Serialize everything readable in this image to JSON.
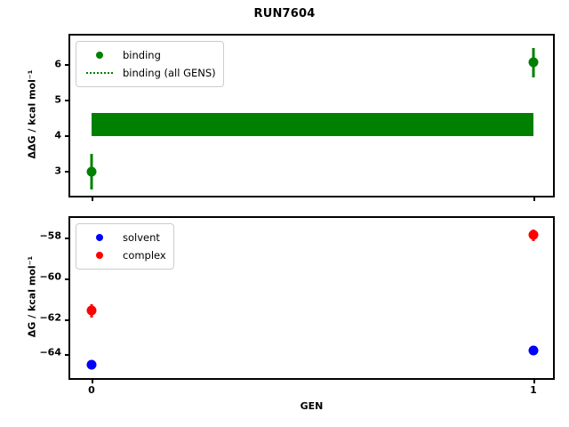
{
  "chart_data": [
    {
      "type": "scatter",
      "panel": "top",
      "title": "RUN7604",
      "xlabel": "",
      "ylabel": "ΔΔG / kcal mol⁻¹",
      "xlim": [
        -0.1,
        1.1
      ],
      "ylim": [
        2.27,
        6.72
      ],
      "xticks": [
        0,
        1
      ],
      "xticklabels": [
        "0",
        "1"
      ],
      "yticks": [
        3,
        4,
        5,
        6
      ],
      "yticklabels": [
        "3",
        "4",
        "5",
        "6"
      ],
      "grid": false,
      "legend_position": "upper left",
      "series": [
        {
          "name": "binding",
          "color": "#008000",
          "marker": "o",
          "x": [
            0,
            1
          ],
          "values": [
            2.88,
            6.1
          ],
          "yerr": [
            0.5,
            0.4
          ]
        },
        {
          "name": "binding (all GENS)",
          "color": "#008000",
          "style": "dotted-band",
          "band_value": 4.29,
          "band_low": 3.96,
          "band_high": 4.62,
          "x_start": 0,
          "x_end": 1
        }
      ]
    },
    {
      "type": "scatter",
      "panel": "bottom",
      "title": "",
      "xlabel": "GEN",
      "ylabel": "ΔG / kcal mol⁻¹",
      "xlim": [
        -0.1,
        1.1
      ],
      "ylim": [
        -65.2,
        -56.9
      ],
      "xticks": [
        0,
        1
      ],
      "xticklabels": [
        "0",
        "1"
      ],
      "yticks": [
        -64,
        -62,
        -60,
        -58
      ],
      "yticklabels": [
        "−64",
        "−62",
        "−60",
        "−58"
      ],
      "grid": false,
      "legend_position": "upper left",
      "series": [
        {
          "name": "solvent",
          "color": "#0000ff",
          "marker": "o",
          "x": [
            0,
            1
          ],
          "values": [
            -64.65,
            -63.9
          ],
          "yerr": [
            0.06,
            0.08
          ]
        },
        {
          "name": "complex",
          "color": "#ff0000",
          "marker": "o",
          "x": [
            0,
            1
          ],
          "values": [
            -61.7,
            -57.85
          ],
          "yerr": [
            0.28,
            0.22
          ]
        }
      ]
    }
  ],
  "figure": {
    "title": "RUN7604",
    "xlabel": "GEN",
    "background": "#ffffff"
  },
  "top_panel": {
    "ylabel": "ΔΔG / kcal mol⁻¹",
    "yticklabels": [
      "6",
      "5",
      "4",
      "3"
    ],
    "xticklabels": [
      "0",
      "1"
    ],
    "legend": {
      "items": [
        {
          "label": "binding",
          "color": "#008000",
          "key": "dot"
        },
        {
          "label": "binding (all GENS)",
          "color": "#008000",
          "key": "dotted-line"
        }
      ]
    }
  },
  "bottom_panel": {
    "ylabel": "ΔG / kcal mol⁻¹",
    "yticklabels": [
      "−58",
      "−60",
      "−62",
      "−64"
    ],
    "xticklabels": [
      "0",
      "1"
    ],
    "legend": {
      "items": [
        {
          "label": "solvent",
          "color": "#0000ff",
          "key": "dot"
        },
        {
          "label": "complex",
          "color": "#ff0000",
          "key": "dot"
        }
      ]
    }
  }
}
